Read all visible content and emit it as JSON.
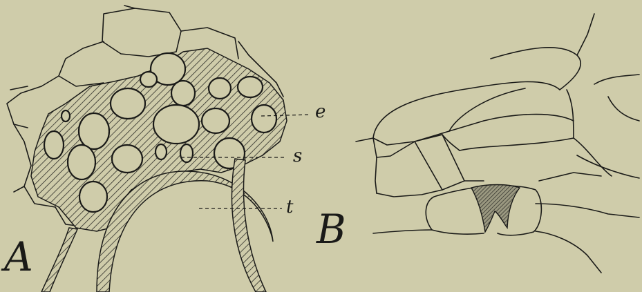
{
  "figure": {
    "panels": [
      {
        "id": "A",
        "label": "A"
      },
      {
        "id": "B",
        "label": "B"
      }
    ],
    "callouts": [
      {
        "id": "e",
        "label": "e"
      },
      {
        "id": "s",
        "label": "s"
      },
      {
        "id": "t",
        "label": "t"
      }
    ]
  },
  "colors": {
    "background": "#cfccaa",
    "ink": "#1a1a18"
  }
}
